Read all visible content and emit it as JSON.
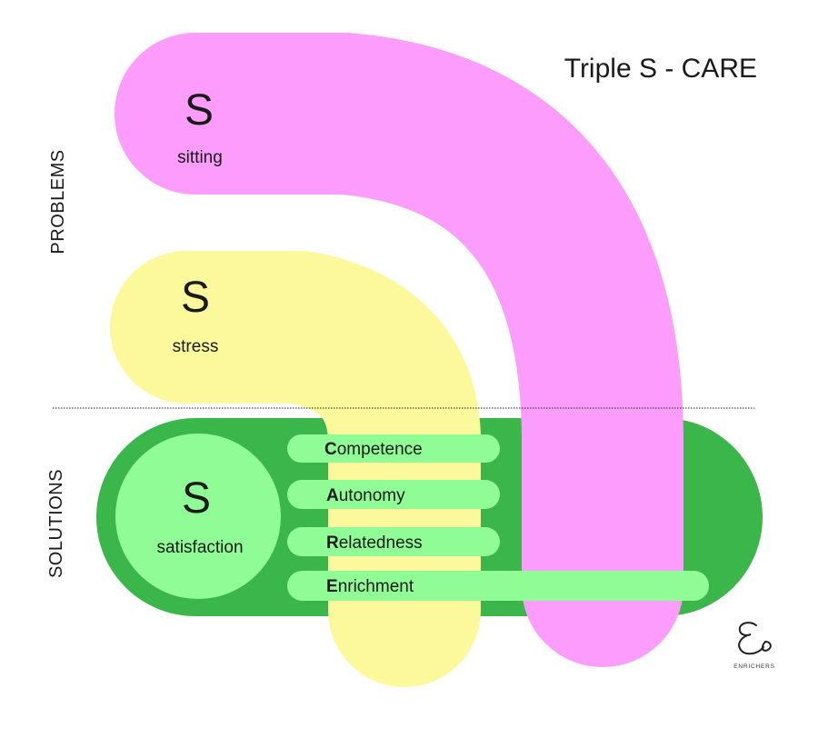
{
  "title": "Triple S - CARE",
  "labels": {
    "problems": "PROBLEMS",
    "solutions": "SOLUTIONS"
  },
  "problems": [
    {
      "letter": "S",
      "word": "sitting"
    },
    {
      "letter": "S",
      "word": "stress"
    }
  ],
  "solution": {
    "letter": "S",
    "word": "satisfaction"
  },
  "care": [
    {
      "initial": "C",
      "rest": "ompetence"
    },
    {
      "initial": "A",
      "rest": "utonomy"
    },
    {
      "initial": "R",
      "rest": "elatedness"
    },
    {
      "initial": "E",
      "rest": "nrichment"
    }
  ],
  "logo": {
    "text": "ENRICHERS"
  },
  "colors": {
    "pink": "#fc9cfc",
    "yellow": "#fcf99c",
    "dark_green": "#3bb64a",
    "light_green": "#8ffc96",
    "text": "#1a1a1a"
  }
}
